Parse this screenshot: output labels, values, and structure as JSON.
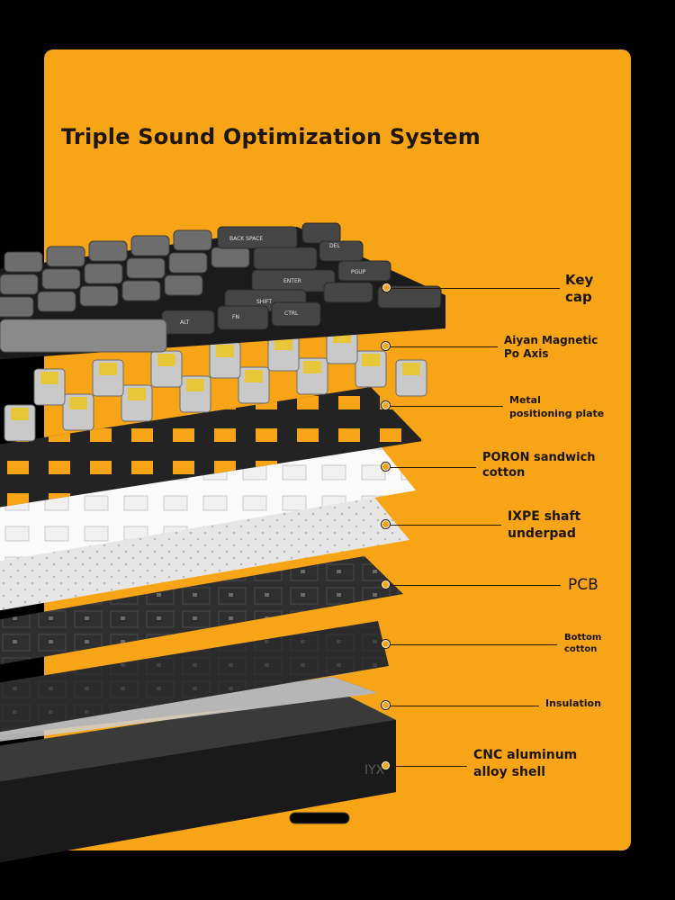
{
  "title": "Triple Sound Optimization System",
  "keycap_legends": [
    "BACK SPACE",
    "DEL",
    "PGUP",
    "ENTER",
    "SHIFT",
    "ALT",
    "FN",
    "CTRL"
  ],
  "shell_logo": "IYX",
  "layers": [
    {
      "name": "keycap",
      "lines": [
        "Key",
        "cap"
      ]
    },
    {
      "name": "switch",
      "lines": [
        "Aiyan Magnetic",
        "Po Axis"
      ]
    },
    {
      "name": "plate",
      "lines": [
        "Metal",
        "positioning plate"
      ]
    },
    {
      "name": "poron",
      "lines": [
        "PORON sandwich",
        "cotton"
      ]
    },
    {
      "name": "ixpe",
      "lines": [
        "IXPE shaft",
        "underpad"
      ]
    },
    {
      "name": "pcb",
      "lines": [
        "PCB"
      ]
    },
    {
      "name": "bottom",
      "lines": [
        "Bottom",
        "cotton"
      ]
    },
    {
      "name": "insulation",
      "lines": [
        "Insulation"
      ]
    },
    {
      "name": "shell",
      "lines": [
        "CNC aluminum",
        "alloy shell"
      ]
    }
  ],
  "colors": {
    "background": "#000000",
    "panel": "#f7a516",
    "switch_accent": "#e7c63a"
  }
}
